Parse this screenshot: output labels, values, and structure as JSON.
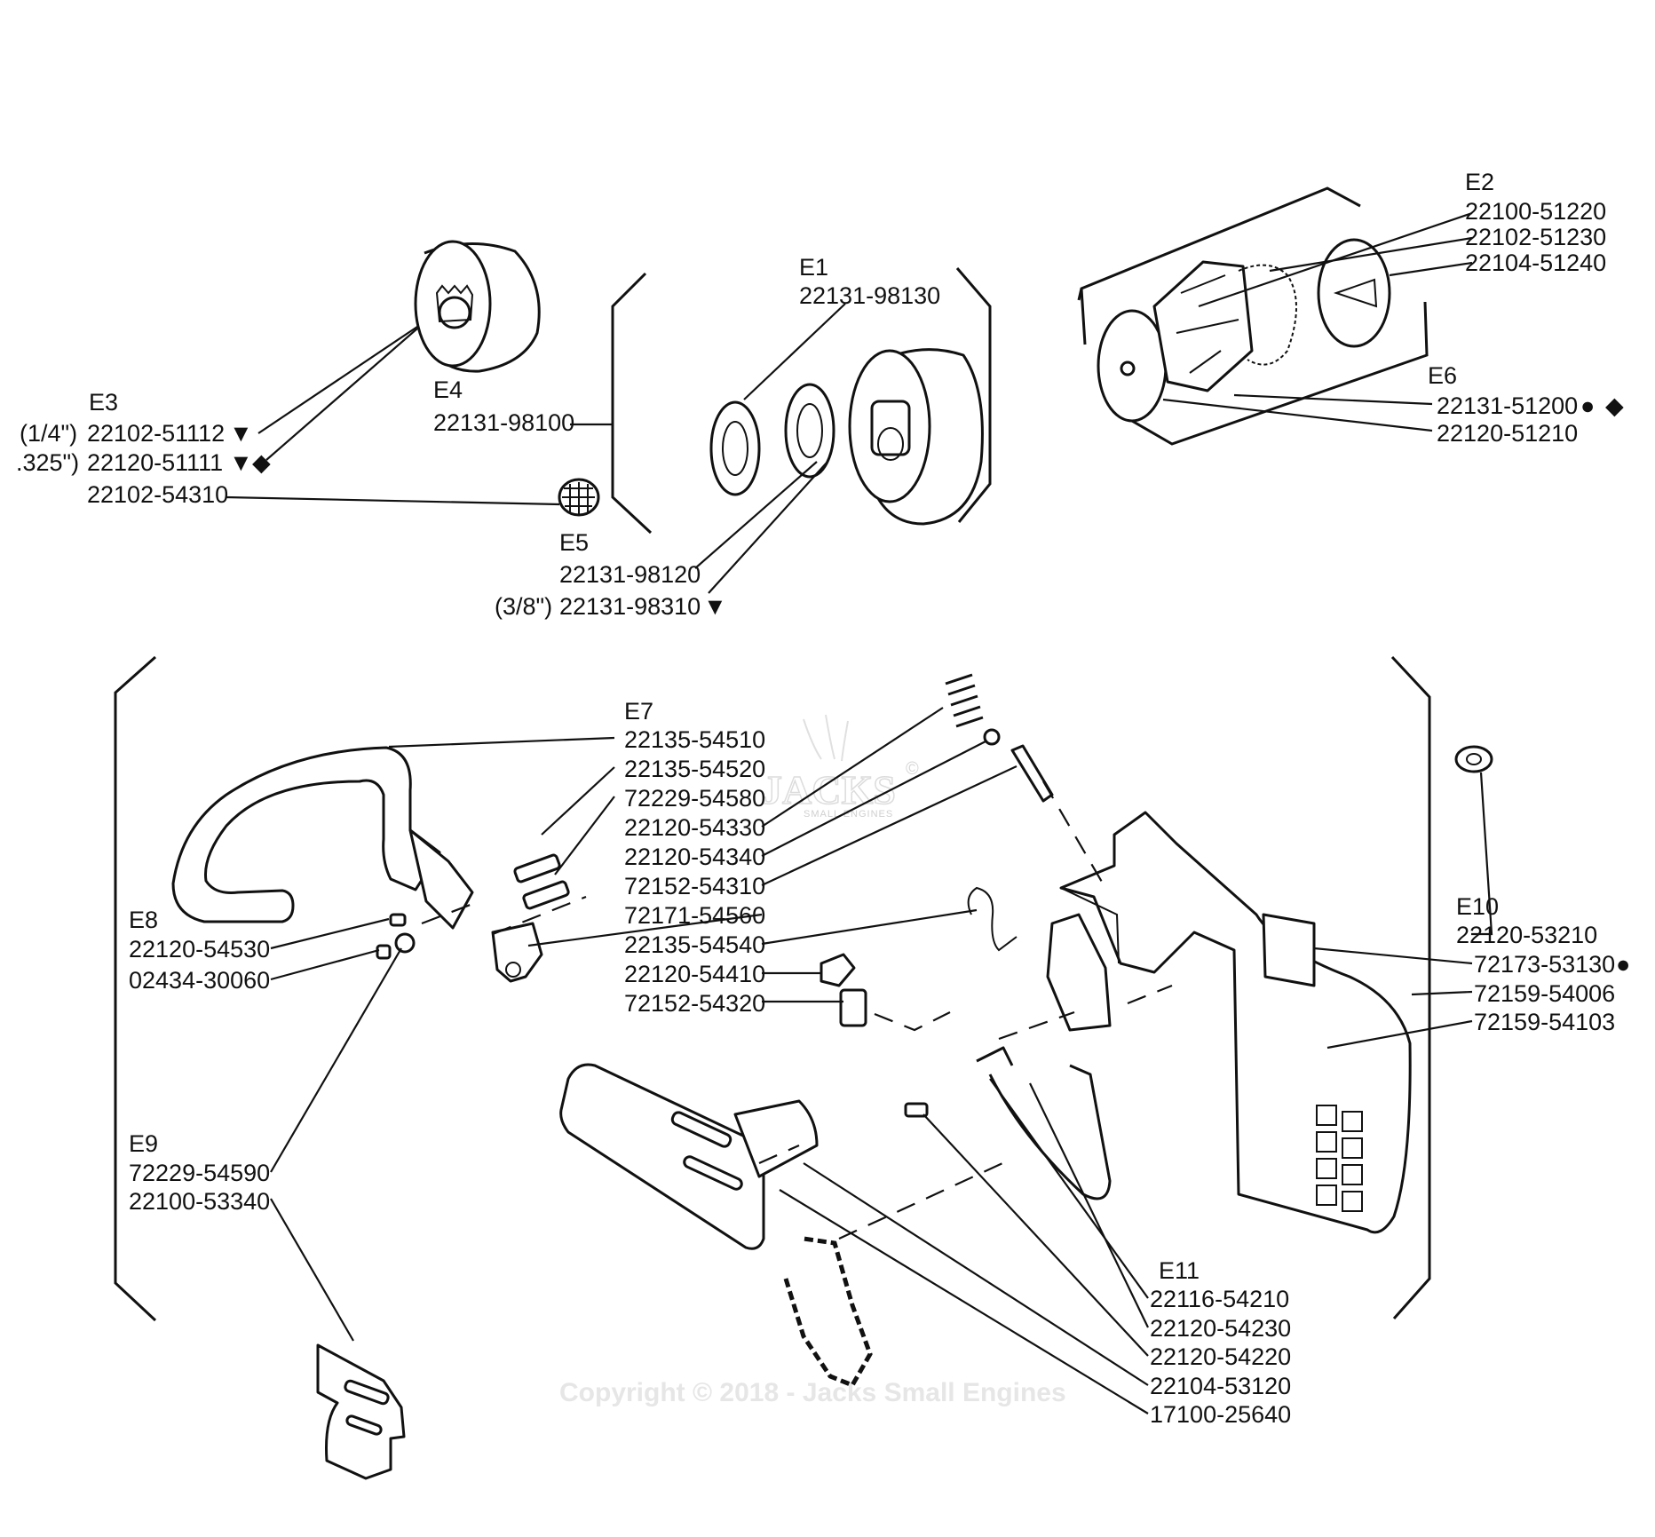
{
  "watermark": {
    "copyright": "Copyright © 2018 - Jacks Small Engines",
    "logo": "JACKS",
    "logo_sub": "SMALL ENGINES",
    "logo_mark": "©"
  },
  "symbols": {
    "triangle": "▼",
    "circle": "●",
    "diamond": "◆"
  },
  "groups": {
    "E1": {
      "id": "E1",
      "parts": [
        "22131-98130"
      ]
    },
    "E2": {
      "id": "E2",
      "parts": [
        "22100-51220",
        "22102-51230",
        "22104-51240"
      ]
    },
    "E3": {
      "id": "E3",
      "parts": [
        {
          "prefix": "(1/4\")",
          "number": "22102-51112"
        },
        {
          "prefix": ".325\")",
          "number": "22120-51111"
        },
        {
          "number": "22102-54310"
        }
      ]
    },
    "E4": {
      "id": "E4",
      "parts": [
        "22131-98100"
      ]
    },
    "E5": {
      "id": "E5",
      "parts": [
        "22131-98120",
        {
          "prefix": "(3/8\")",
          "number": "22131-98310"
        }
      ]
    },
    "E6": {
      "id": "E6",
      "parts": [
        "22131-51200",
        "22120-51210"
      ]
    },
    "E7": {
      "id": "E7",
      "parts": [
        "22135-54510",
        "22135-54520",
        "72229-54580",
        "22120-54330",
        "22120-54340",
        "72152-54310",
        "72171-54560",
        "22135-54540",
        "22120-54410",
        "72152-54320"
      ]
    },
    "E8": {
      "id": "E8",
      "parts": [
        "22120-54530",
        "02434-30060"
      ]
    },
    "E9": {
      "id": "E9",
      "parts": [
        "72229-54590",
        "22100-53340"
      ]
    },
    "E10": {
      "id": "E10",
      "parts": [
        "22120-53210",
        "72173-53130",
        "72159-54006",
        "72159-54103"
      ]
    },
    "E11": {
      "id": "E11",
      "parts": [
        "22116-54210",
        "22120-54230",
        "22120-54220",
        "22104-53120",
        "17100-25640"
      ]
    }
  }
}
